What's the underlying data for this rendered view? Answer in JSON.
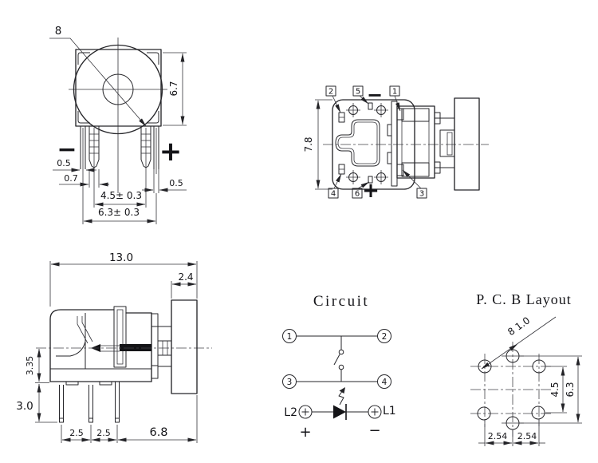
{
  "top_view": {
    "cap_diameter": "8",
    "body_height": "6.7",
    "leg_width_left": "0.5",
    "pin_width": "0.7",
    "leg_width_right": "0.5",
    "pin_spacing": "4.5± 0.3",
    "leg_spacing": "6.3± 0.3",
    "minus_mark": "−",
    "plus_mark": "+"
  },
  "bottom_view": {
    "body_width": "7.8",
    "pins": {
      "n1": "1",
      "n2": "2",
      "n3": "3",
      "n4": "4",
      "n5": "5",
      "n6": "6"
    },
    "minus_mark": "−",
    "plus_mark": "+"
  },
  "side_view": {
    "total_length": "13.0",
    "button_length": "2.4",
    "center_to_base": "3.35",
    "pin_length": "3.0",
    "pin_pitch_a": "2.5",
    "pin_pitch_b": "2.5",
    "pin_to_button": "6.8"
  },
  "circuit": {
    "title": "Circuit",
    "t1": "1",
    "t2": "2",
    "t3": "3",
    "t4": "4",
    "led_left": "L2",
    "led_right": "L1",
    "plus_mark": "+",
    "minus_mark": "−"
  },
  "pcb": {
    "title": "P. C. B Layout",
    "hole_spec": "8 1.0",
    "pad_row_spacing": "4.5",
    "led_row_spacing": "6.3",
    "pitch_a": "2.54",
    "pitch_b": "2.54"
  }
}
